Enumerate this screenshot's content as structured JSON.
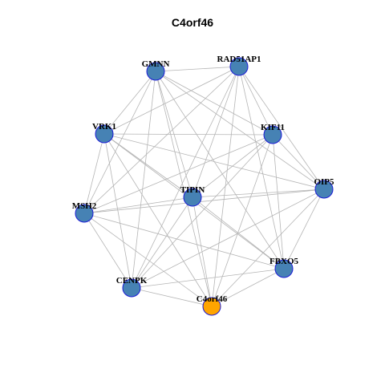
{
  "title": "C4orf46",
  "style": {
    "node_fill": "#4682B4",
    "node_stroke": "#1C1CD6",
    "highlight_fill": "#FFA500",
    "highlight_stroke": "#1C1CD6",
    "edge_color": "#B5B5B5"
  },
  "nodes": [
    {
      "id": "GMNN",
      "label": "GMNN"
    },
    {
      "id": "RAD51AP1",
      "label": "RAD51AP1"
    },
    {
      "id": "VRK1",
      "label": "VRK1"
    },
    {
      "id": "KIF11",
      "label": "KIF11"
    },
    {
      "id": "TIPIN",
      "label": "TIPIN"
    },
    {
      "id": "OIP5",
      "label": "OIP5"
    },
    {
      "id": "MSH2",
      "label": "MSH2"
    },
    {
      "id": "FBXO5",
      "label": "FBXO5"
    },
    {
      "id": "CENPK",
      "label": "CENPK"
    },
    {
      "id": "C4orf46",
      "label": "C4orf46",
      "highlight": true
    }
  ],
  "edges": [
    [
      "GMNN",
      "RAD51AP1"
    ],
    [
      "GMNN",
      "VRK1"
    ],
    [
      "GMNN",
      "KIF11"
    ],
    [
      "GMNN",
      "TIPIN"
    ],
    [
      "GMNN",
      "OIP5"
    ],
    [
      "GMNN",
      "MSH2"
    ],
    [
      "GMNN",
      "FBXO5"
    ],
    [
      "GMNN",
      "CENPK"
    ],
    [
      "GMNN",
      "C4orf46"
    ],
    [
      "RAD51AP1",
      "VRK1"
    ],
    [
      "RAD51AP1",
      "KIF11"
    ],
    [
      "RAD51AP1",
      "TIPIN"
    ],
    [
      "RAD51AP1",
      "OIP5"
    ],
    [
      "RAD51AP1",
      "MSH2"
    ],
    [
      "RAD51AP1",
      "FBXO5"
    ],
    [
      "RAD51AP1",
      "CENPK"
    ],
    [
      "RAD51AP1",
      "C4orf46"
    ],
    [
      "VRK1",
      "KIF11"
    ],
    [
      "VRK1",
      "TIPIN"
    ],
    [
      "VRK1",
      "OIP5"
    ],
    [
      "VRK1",
      "MSH2"
    ],
    [
      "VRK1",
      "FBXO5"
    ],
    [
      "VRK1",
      "CENPK"
    ],
    [
      "VRK1",
      "C4orf46"
    ],
    [
      "KIF11",
      "TIPIN"
    ],
    [
      "KIF11",
      "OIP5"
    ],
    [
      "KIF11",
      "MSH2"
    ],
    [
      "KIF11",
      "FBXO5"
    ],
    [
      "KIF11",
      "CENPK"
    ],
    [
      "KIF11",
      "C4orf46"
    ],
    [
      "TIPIN",
      "OIP5"
    ],
    [
      "TIPIN",
      "MSH2"
    ],
    [
      "TIPIN",
      "FBXO5"
    ],
    [
      "TIPIN",
      "CENPK"
    ],
    [
      "TIPIN",
      "C4orf46"
    ],
    [
      "OIP5",
      "MSH2"
    ],
    [
      "OIP5",
      "FBXO5"
    ],
    [
      "OIP5",
      "CENPK"
    ],
    [
      "OIP5",
      "C4orf46"
    ],
    [
      "MSH2",
      "FBXO5"
    ],
    [
      "MSH2",
      "CENPK"
    ],
    [
      "MSH2",
      "C4orf46"
    ],
    [
      "FBXO5",
      "CENPK"
    ],
    [
      "FBXO5",
      "C4orf46"
    ],
    [
      "CENPK",
      "C4orf46"
    ]
  ]
}
